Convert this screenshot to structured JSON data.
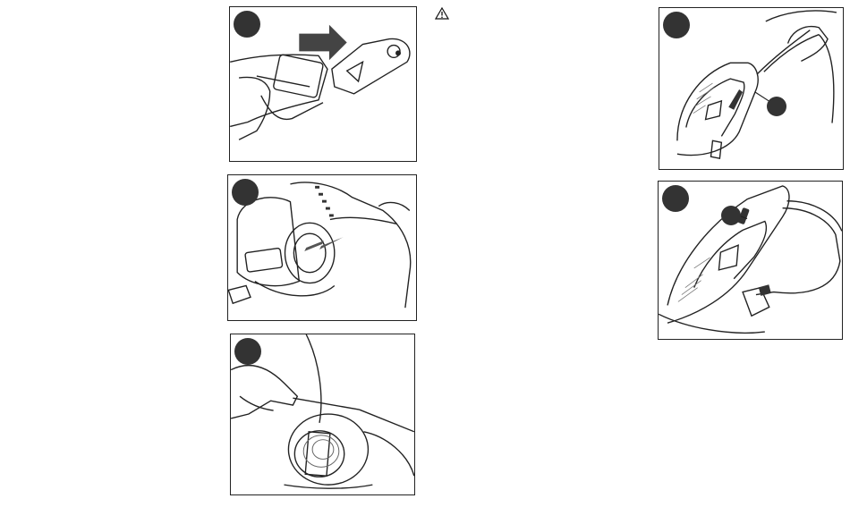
{
  "figures": [
    {
      "id": "fig-a",
      "badge": ""
    },
    {
      "id": "fig-b",
      "badge": ""
    },
    {
      "id": "fig-c",
      "badge": ""
    },
    {
      "id": "fig-d",
      "badge": "",
      "callout": ""
    },
    {
      "id": "fig-e",
      "badge": "",
      "callout": ""
    }
  ],
  "warning": {
    "icon": "warning-triangle-icon",
    "text": ""
  },
  "colors": {
    "stroke": "#222222",
    "badge": "#333333",
    "page": "#ffffff"
  }
}
